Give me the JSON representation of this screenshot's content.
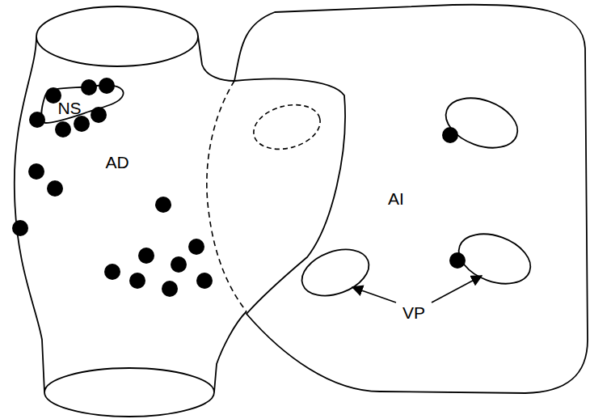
{
  "diagram": {
    "nodes": [
      {
        "text": [
          "AD"
        ]
      },
      {
        "text": [
          "NS"
        ],
        "in": 0
      },
      {
        "text": [
          "AI"
        ]
      }
    ],
    "labels": [
      "VP"
    ]
  }
}
